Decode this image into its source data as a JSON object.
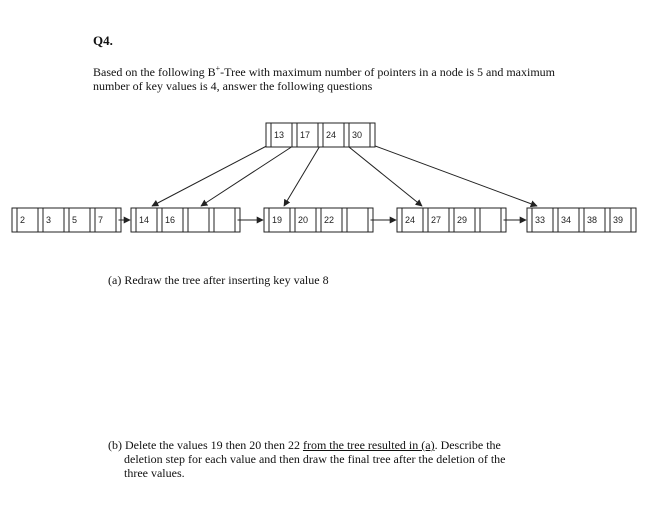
{
  "question": {
    "number": "Q4.",
    "intro_before_sup": "Based on the following B",
    "intro_sup": "+",
    "intro_after_sup": "-Tree with maximum number of pointers in a node is 5 and maximum number of key values is 4, answer the following questions"
  },
  "tree": {
    "root": [
      "13",
      "17",
      "24",
      "30"
    ],
    "leaves": [
      [
        "2",
        "3",
        "5",
        "7"
      ],
      [
        "14",
        "16",
        "",
        ""
      ],
      [
        "19",
        "20",
        "22",
        ""
      ],
      [
        "24",
        "27",
        "29",
        ""
      ],
      [
        "33",
        "34",
        "38",
        "39"
      ]
    ]
  },
  "part_a": "(a) Redraw the tree after inserting key value 8",
  "part_b": {
    "prefix": "(b) Delete the values 19 then 20 then 22 ",
    "underlined": "from the tree resulted in (a)",
    "suffix": ". Describe the",
    "line2": "deletion step for each value and then draw the final tree after the deletion of the",
    "line3": "three values."
  }
}
